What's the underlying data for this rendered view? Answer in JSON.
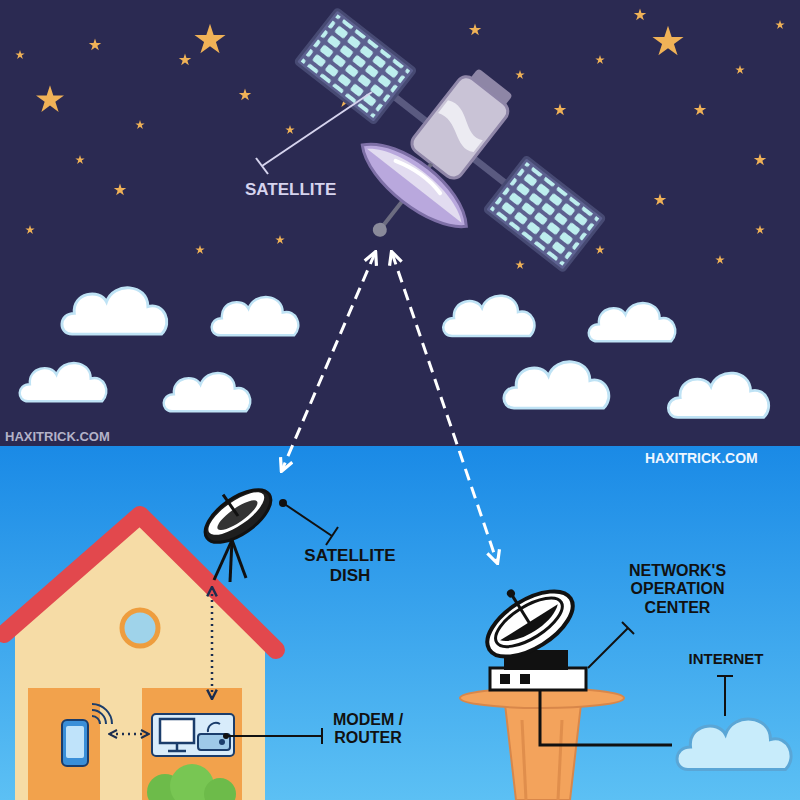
{
  "diagram": {
    "nodes": [
      {
        "text": [
          "SATELLITE"
        ]
      },
      {
        "text": [
          "SATELLITE DISH"
        ]
      },
      {
        "text": [
          "NETWORK'S OPERATION CENTER"
        ]
      },
      {
        "text": [
          "INTERNET"
        ]
      },
      {
        "text": [
          "MODEM / ROUTER"
        ]
      }
    ],
    "edges": [
      {
        "from": 0,
        "to": 1,
        "arrow": "both"
      },
      {
        "from": 0,
        "to": 2,
        "arrow": "both"
      },
      {
        "from": 1,
        "to": 4,
        "arrow": "both"
      },
      {
        "from": 2,
        "to": 3,
        "arrow": "none"
      }
    ],
    "labels": [
      "HAXITRICK.COM",
      "HAXITRICK.COM"
    ]
  }
}
